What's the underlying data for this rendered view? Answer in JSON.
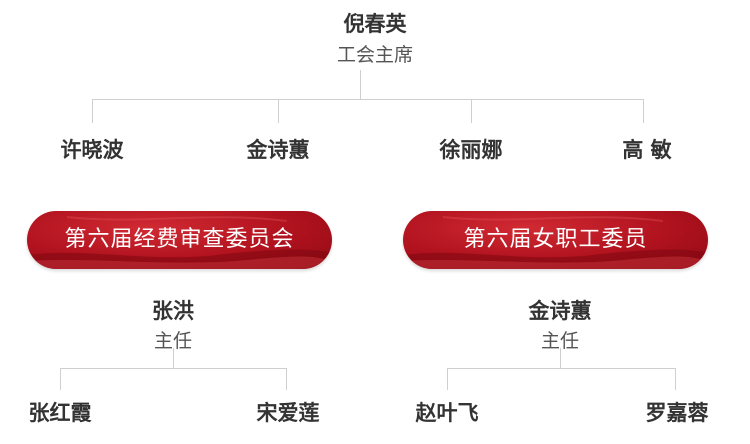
{
  "top": {
    "name": "倪春英",
    "role": "工会主席"
  },
  "members": [
    "许晓波",
    "金诗蕙",
    "徐丽娜",
    "高 敏"
  ],
  "left_panel": {
    "title": "第六届经费审查委员会",
    "head": {
      "name": "张洪",
      "role": "主任"
    },
    "members": [
      "张红霞",
      "宋爱莲"
    ]
  },
  "right_panel": {
    "title": "第六届女职工委员",
    "head": {
      "name": "金诗蕙",
      "role": "主任"
    },
    "members": [
      "赵叶飞",
      "罗嘉蓉"
    ]
  },
  "colors": {
    "accent": "#b0121e",
    "line": "#cfcfcf",
    "text": "#333333"
  }
}
